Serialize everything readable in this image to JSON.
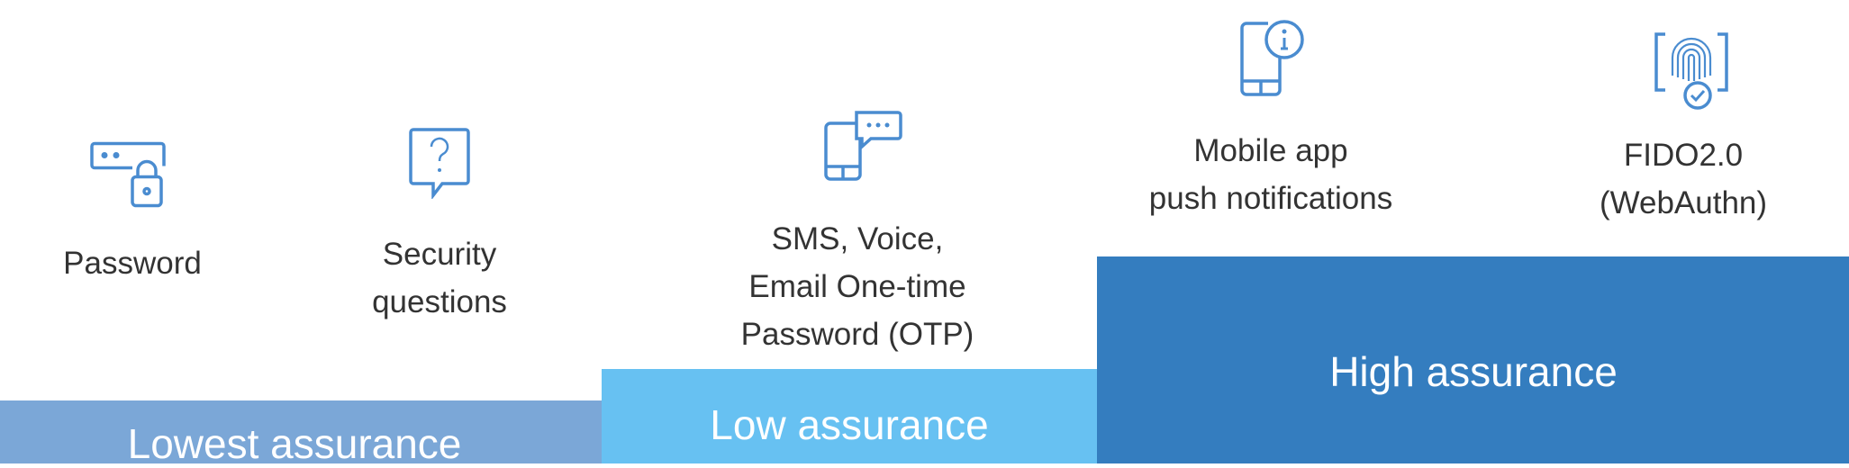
{
  "tiers": [
    {
      "label": "Lowest assurance",
      "color": "#7ba7d7"
    },
    {
      "label": "Low assurance",
      "color": "#67c1f2"
    },
    {
      "label": "High assurance",
      "color": "#347dbf"
    }
  ],
  "methods": [
    {
      "icon": "password-lock-icon",
      "lines": [
        "Password"
      ]
    },
    {
      "icon": "question-bubble-icon",
      "lines": [
        "Security",
        "questions"
      ]
    },
    {
      "icon": "phone-message-icon",
      "lines": [
        "SMS, Voice,",
        "Email One-time",
        "Password (OTP)"
      ]
    },
    {
      "icon": "phone-notification-icon",
      "lines": [
        "Mobile app",
        "push notifications"
      ]
    },
    {
      "icon": "fingerprint-icon",
      "lines": [
        "FIDO2.0",
        "(WebAuthn)"
      ]
    }
  ],
  "icon_color": "#4a8cd0"
}
